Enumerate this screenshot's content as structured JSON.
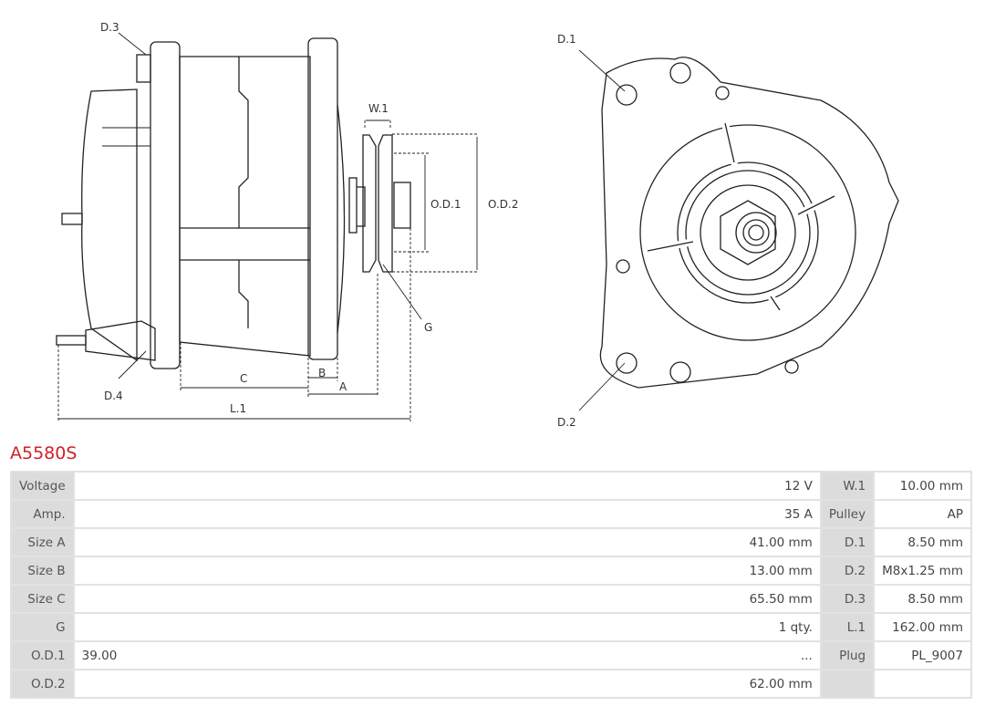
{
  "drawing": {
    "labels": {
      "d1": "D.1",
      "d2": "D.2",
      "d3": "D.3",
      "d4": "D.4",
      "w1": "W.1",
      "od1": "O.D.1",
      "od2": "O.D.2",
      "g": "G",
      "a": "A",
      "b": "B",
      "c": "C",
      "l1": "L.1"
    }
  },
  "product": {
    "code": "A5580S"
  },
  "specs": [
    {
      "label": "Voltage",
      "value": "12 V",
      "label2": "W.1",
      "value2": "10.00 mm"
    },
    {
      "label": "Amp.",
      "value": "35 A",
      "label2": "Pulley",
      "value2": "AP"
    },
    {
      "label": "Size A",
      "value": "41.00 mm",
      "label2": "D.1",
      "value2": "8.50 mm"
    },
    {
      "label": "Size B",
      "value": "13.00 mm",
      "label2": "D.2",
      "value2": "M8x1.25 mm"
    },
    {
      "label": "Size C",
      "value": "65.50 mm",
      "label2": "D.3",
      "value2": "8.50 mm"
    },
    {
      "label": "G",
      "value": "1 qty.",
      "label2": "L.1",
      "value2": "162.00 mm"
    },
    {
      "label": "O.D.1",
      "value_left": "39.00",
      "value": "...",
      "label2": "Plug",
      "value2": "PL_9007"
    },
    {
      "label": "O.D.2",
      "value": "62.00 mm",
      "label2": "",
      "value2": ""
    }
  ]
}
